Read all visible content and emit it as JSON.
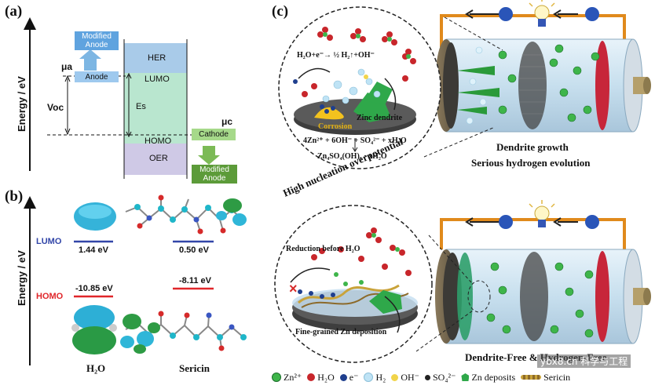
{
  "panel_a": {
    "label": "(a)",
    "ylabel": "Energy / eV",
    "modified_anode": "Modified\nAnode",
    "anode": "Anode",
    "mu_a": "μa",
    "voc": "Voc",
    "her": "HER",
    "lumo": "LUMO",
    "es": "Es",
    "homo": "HOMO",
    "oer": "OER",
    "mu_c": "μc",
    "cathode": "Cathode",
    "modified_anode_2": "Modified\nAnode"
  },
  "panel_b": {
    "label": "(b)",
    "ylabel": "Energy / eV",
    "lumo": "LUMO",
    "homo": "HOMO",
    "h2o_lumo": "1.44 eV",
    "sericin_lumo": "0.50 eV",
    "h2o_homo": "-10.85 eV",
    "sericin_homo": "-8.11 eV",
    "h2o": "H₂O",
    "sericin": "Sericin"
  },
  "panel_c": {
    "label": "(c)",
    "electron": "e",
    "top_eq1": "H₂O+e⁻→ ½ H₂↑+OH⁻",
    "top_corrosion": "Corrosion",
    "top_zinc_dendrite": "Zinc dendrite",
    "top_eq2": "4Zn²⁺ + 6OH⁻ + SO₄²⁻ + xH₂O",
    "top_eq3": "Zn₄SO₄(OH)₆ · xH₂O",
    "top_caption_1": "Dendrite growth",
    "top_caption_2": "Serious hydrogen evolution",
    "arc_text": "High nucleation overpotential",
    "bottom_reduction": "Reduction before H₂O",
    "bottom_deposit": "Fine-grained Zn deposition",
    "bottom_caption": "Dendrite-Free & Hydrogen-Free",
    "watermark": "ybx8.cn  科学与工程"
  },
  "legend": [
    {
      "icon": "zn-ion-icon",
      "text": "Zn²⁺"
    },
    {
      "icon": "h2o-icon",
      "text": "H₂O"
    },
    {
      "icon": "electron-icon",
      "text": "e⁻"
    },
    {
      "icon": "h2-icon",
      "text": "H₂"
    },
    {
      "icon": "oh-icon",
      "text": "OH⁻"
    },
    {
      "icon": "so4-icon",
      "text": "SO₄²⁻"
    },
    {
      "icon": "zn-deposit-icon",
      "text": "Zn deposits"
    },
    {
      "icon": "sericin-icon",
      "text": "Sericin"
    }
  ],
  "colors": {
    "her": "#a9cbe9",
    "es": "#b9e6cf",
    "oer": "#cfc9e6",
    "anode": "#9ec9ee",
    "cathode": "#a6d98a",
    "modified_anode_dark": "#5c9b39",
    "lumo_line": "#3246a8",
    "homo_line": "#e0262a",
    "zn_ion": "#3eb54a",
    "h2o": "#c8262b",
    "electron": "#1f3f8e",
    "h2": "#bfe3f5",
    "oh": "#f1d44a",
    "so4": "#222222"
  }
}
